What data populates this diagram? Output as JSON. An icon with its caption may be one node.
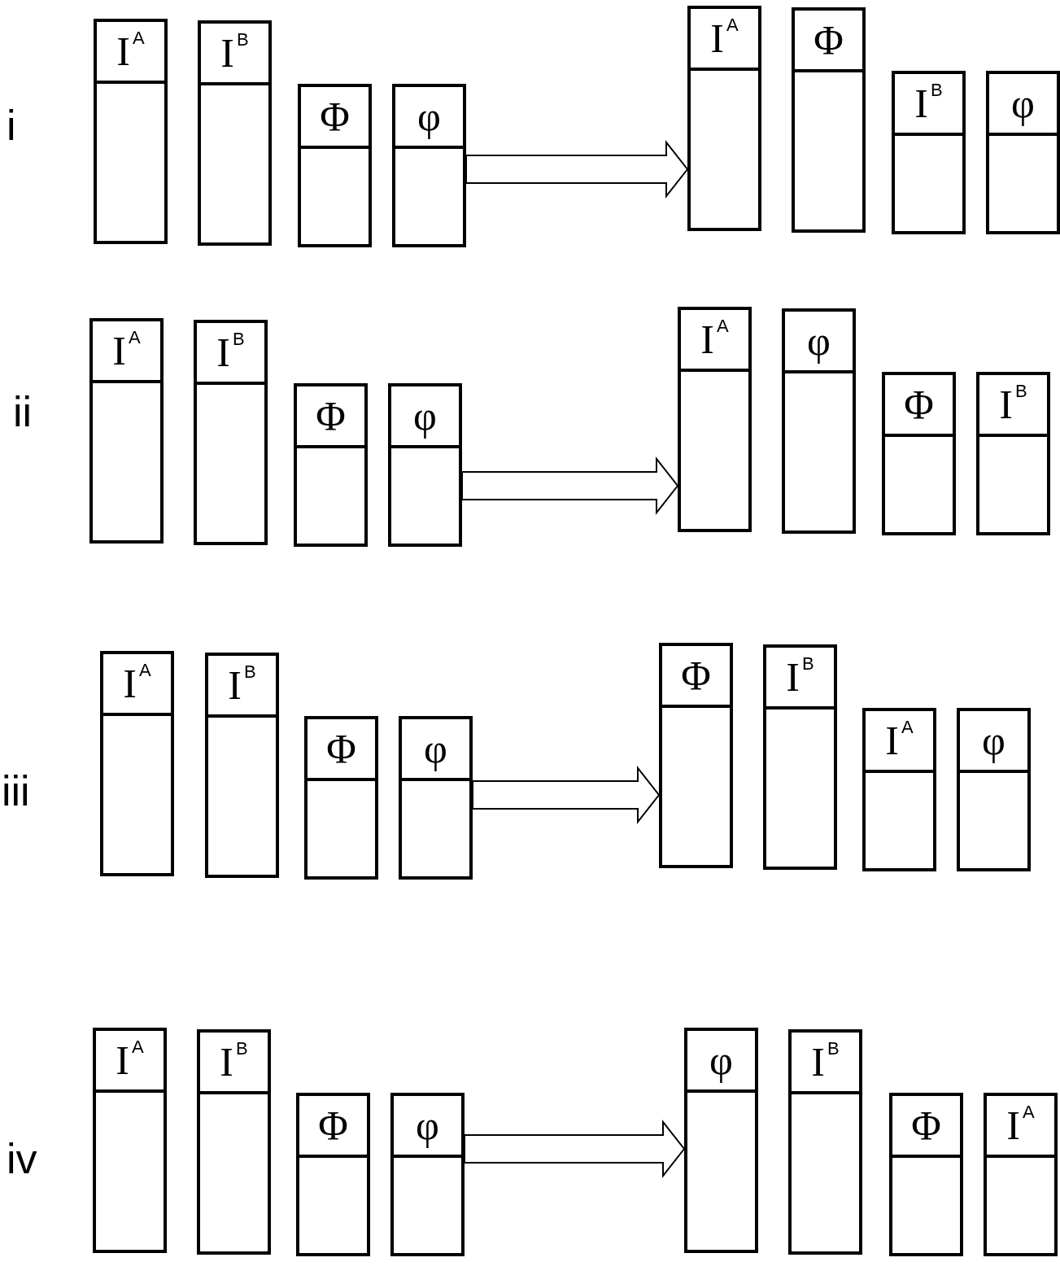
{
  "diagram": {
    "nodes": [
      {
        "text": [
          "I$^{A}$"
        ]
      },
      {
        "text": [
          "I$^{B}$"
        ]
      },
      {
        "text": [
          "Φ"
        ]
      },
      {
        "text": [
          "φ"
        ]
      },
      {
        "text": [
          "I$^{A}$"
        ]
      },
      {
        "text": [
          "Φ"
        ]
      },
      {
        "text": [
          "I$^{B}$"
        ]
      },
      {
        "text": [
          "φ"
        ]
      },
      {
        "text": [
          "I$^{A}$"
        ]
      },
      {
        "text": [
          "I$^{B}$"
        ]
      },
      {
        "text": [
          "Φ"
        ]
      },
      {
        "text": [
          "φ"
        ]
      },
      {
        "text": [
          "I$^{A}$"
        ]
      },
      {
        "text": [
          "φ"
        ]
      },
      {
        "text": [
          "Φ"
        ]
      },
      {
        "text": [
          "I$^{B}$"
        ]
      },
      {
        "text": [
          "I$^{A}$"
        ]
      },
      {
        "text": [
          "I$^{B}$"
        ]
      },
      {
        "text": [
          "Φ"
        ]
      },
      {
        "text": [
          "φ"
        ]
      },
      {
        "text": [
          "Φ"
        ]
      },
      {
        "text": [
          "I$^{B}$"
        ]
      },
      {
        "text": [
          "I$^{A}$"
        ]
      },
      {
        "text": [
          "φ"
        ]
      },
      {
        "text": [
          "I$^{A}$"
        ]
      },
      {
        "text": [
          "I$^{B}$"
        ]
      },
      {
        "text": [
          "Φ"
        ]
      },
      {
        "text": [
          "φ"
        ]
      },
      {
        "text": [
          "φ"
        ]
      },
      {
        "text": [
          "I$^{B}$"
        ]
      },
      {
        "text": [
          "Φ"
        ]
      },
      {
        "text": [
          "I$^{A}$"
        ]
      }
    ],
    "edges": [
      {
        "from": 3,
        "to": 4,
        "arrow": "to"
      },
      {
        "from": 11,
        "to": 12,
        "arrow": "to"
      },
      {
        "from": 19,
        "to": 20,
        "arrow": "to"
      },
      {
        "from": 27,
        "to": 28,
        "arrow": "to"
      }
    ],
    "labels": [
      "i",
      "ii",
      "iii",
      "iv"
    ]
  }
}
